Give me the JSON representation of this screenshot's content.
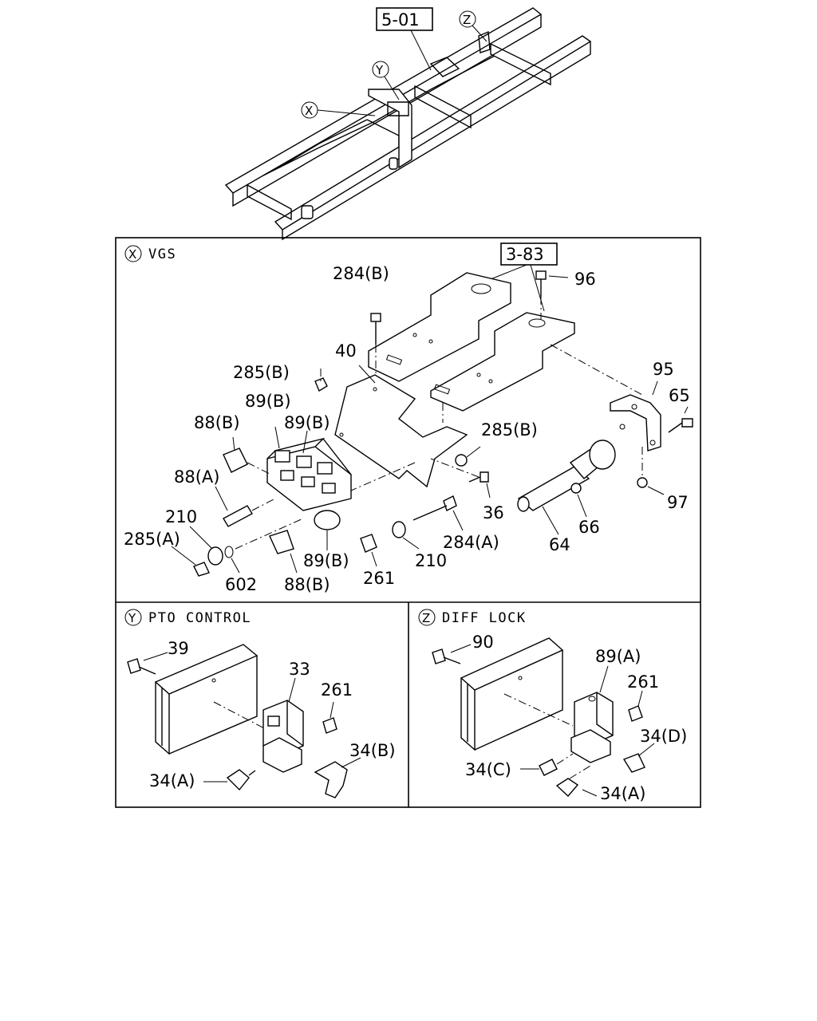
{
  "overview": {
    "ref_box": "5-01",
    "markers": [
      "X",
      "Y",
      "Z"
    ]
  },
  "panels": {
    "vgs": {
      "marker": "X",
      "title": "VGS",
      "ref_box": "3-83",
      "callouts": [
        "284(B)",
        "96",
        "40",
        "285(B)",
        "95",
        "89(B)",
        "89(B)",
        "65",
        "88(B)",
        "285(B)",
        "88(A)",
        "36",
        "97",
        "210",
        "285(A)",
        "284(A)",
        "66",
        "64",
        "89(B)",
        "261",
        "210",
        "602",
        "88(B)"
      ]
    },
    "pto": {
      "marker": "Y",
      "title": "PTO CONTROL",
      "callouts": [
        "39",
        "33",
        "261",
        "34(B)",
        "34(A)"
      ]
    },
    "diff": {
      "marker": "Z",
      "title": "DIFF LOCK",
      "callouts": [
        "90",
        "89(A)",
        "261",
        "34(D)",
        "34(C)",
        "34(A)"
      ]
    }
  }
}
